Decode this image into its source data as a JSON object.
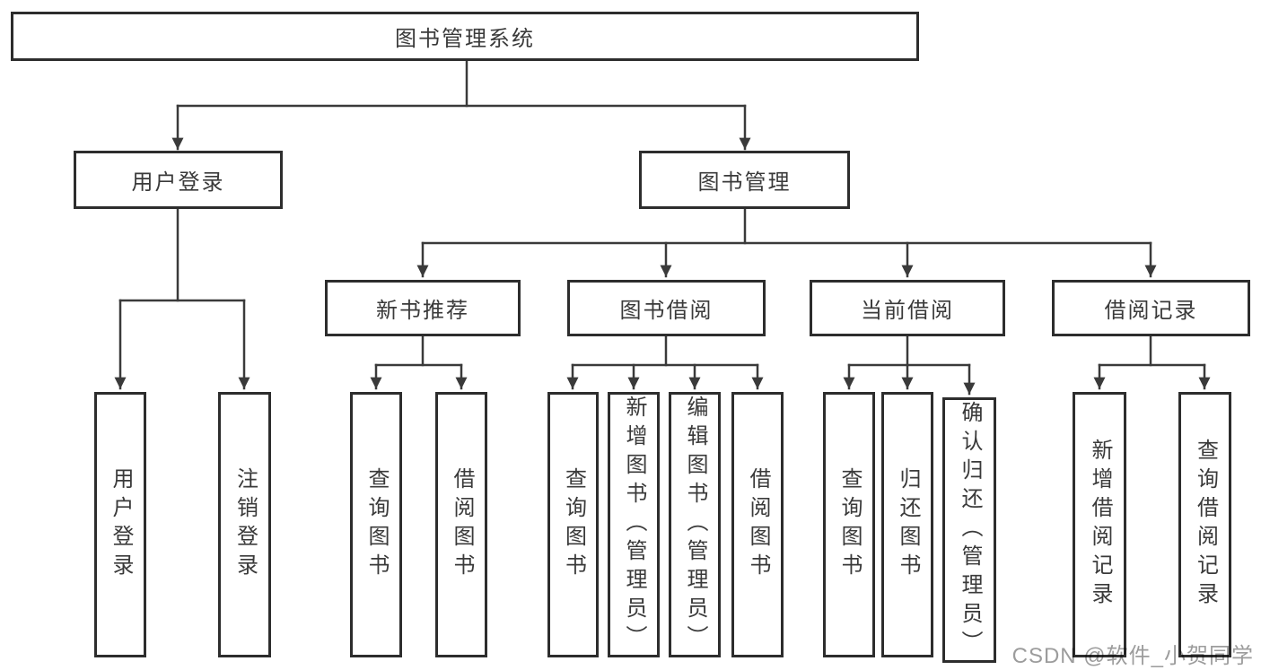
{
  "colors": {
    "line": "#3a3a3a",
    "border": "#2d2d2d",
    "text": "#3a3a3a",
    "watermark": "#9c9c9c"
  },
  "tree": {
    "label": "图书管理系统",
    "children": [
      {
        "label": "用户登录",
        "children": [
          {
            "label": "用户登录"
          },
          {
            "label": "注销登录"
          }
        ]
      },
      {
        "label": "图书管理",
        "children": [
          {
            "label": "新书推荐",
            "children": [
              {
                "label": "查询图书"
              },
              {
                "label": "借阅图书"
              }
            ]
          },
          {
            "label": "图书借阅",
            "children": [
              {
                "label": "查询图书"
              },
              {
                "label": "新增图书（管理员）"
              },
              {
                "label": "编辑图书（管理员）"
              },
              {
                "label": "借阅图书"
              }
            ]
          },
          {
            "label": "当前借阅",
            "children": [
              {
                "label": "查询图书"
              },
              {
                "label": "归还图书"
              },
              {
                "label": "确认归还（管理员）"
              }
            ]
          },
          {
            "label": "借阅记录",
            "children": [
              {
                "label": "新增借阅记录"
              },
              {
                "label": "查询借阅记录"
              }
            ]
          }
        ]
      }
    ]
  },
  "watermark": {
    "text": "CSDN @软件_小贺同学"
  }
}
